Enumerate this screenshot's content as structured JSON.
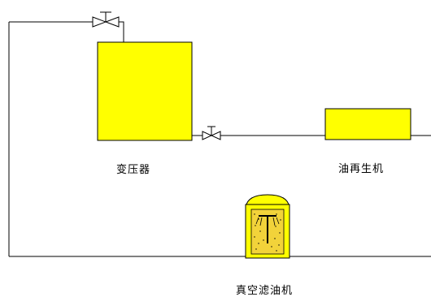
{
  "diagram": {
    "colors": {
      "line": "#000000",
      "equipment_fill": "#ffff00",
      "background": "#ffffff",
      "filter_interior": "#f2d33a"
    },
    "components": {
      "transformer": {
        "label": "变压器"
      },
      "regenerator": {
        "label": "油再生机"
      },
      "vacuum_filter": {
        "label": "真空滤油机"
      }
    },
    "valves": [
      {
        "name": "top-return-valve",
        "icon": "gate-valve-icon"
      },
      {
        "name": "transformer-outlet-valve",
        "icon": "gate-valve-icon"
      }
    ]
  }
}
